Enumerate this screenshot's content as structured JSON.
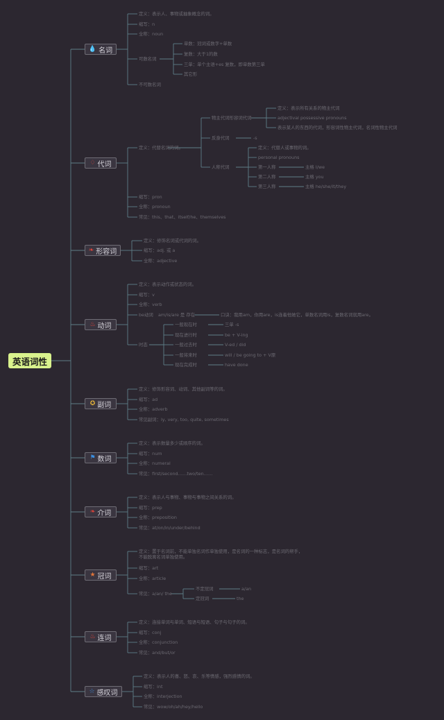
{
  "root": "英语词性",
  "colors": {
    "background": "#2c2730",
    "root": "#d9f28d",
    "line": "#5f7f88",
    "text": "#6c6a72"
  },
  "noun": {
    "title": "名词",
    "icon": "water-drop-icon",
    "definition": "定义：表示人、事物或抽象概念的词。",
    "abbr": "缩写：n",
    "fullname": "全称：noun",
    "countable": {
      "label": "可数名词",
      "rules": [
        "单数：冠词或数字+单数",
        "复数：大于1的数",
        "三单：单个主语+es 复数，即单数第三单",
        "其它形"
      ]
    },
    "uncountable": "不可数名词"
  },
  "pronoun": {
    "title": "代词",
    "icon": "gem-icon",
    "definition": "定义：代替名词的词。",
    "possessive": {
      "label": "物主代词形容词代词",
      "items": [
        "定义：表示所有关系的物主代词",
        "adjectival possessive pronouns",
        "表示某人的东西的代词，形容词性物主代词，名词性物主代词"
      ]
    },
    "reflexive": {
      "label": "反身代词",
      "value": "-s"
    },
    "personal": {
      "label": "人称代词",
      "items": [
        "定义：代替人或事物的词。",
        "personal pronouns",
        "第一人称",
        "第二人称",
        "第三人称"
      ],
      "values": [
        "主格 I/we",
        "主格 you",
        "主格 he/she/it/they"
      ]
    },
    "abbr": "缩写：pron",
    "fullname": "全称：pronoun",
    "examples": "常见：this、that、itself/he、themselves"
  },
  "adjective": {
    "title": "形容词",
    "icon": "tree-icon",
    "definition": "定义：修饰名词或代词的词。",
    "abbr": "缩写：adj. 或 a",
    "fullname": "全称：adjective"
  },
  "verb": {
    "title": "动词",
    "icon": "flame-icon",
    "definition": "定义：表示动作或状态的词。",
    "abbr": "缩写：v",
    "fullname": "全称：verb",
    "be_verb": "be动词",
    "be_verb_form": "am/is/are 是 存在",
    "be_verb_note": "口诀：我用am，你用are，is连着他她它，单数名词用is，复数名词就用are。",
    "tense": {
      "label": "时态",
      "items": [
        "一般现在时",
        "现在进行时",
        "一般过去时",
        "一般将来时",
        "现在完成时"
      ],
      "values": [
        "三单 -s",
        "be + V-ing",
        "V-ed / did",
        "will / be going to + V原",
        "have done"
      ]
    }
  },
  "adverb": {
    "title": "副词",
    "icon": "medal-icon",
    "definition": "定义：修饰形容词、动词、其他副词等的词。",
    "abbr": "缩写：ad",
    "fullname": "全称：adverb",
    "examples": "常见副词：ly, very, too, quite, sometimes"
  },
  "numeral": {
    "title": "数词",
    "icon": "flag-icon",
    "definition": "定义：表示数量多少或顺序的词。",
    "abbr": "缩写：num",
    "fullname": "全称：numeral",
    "examples": "常见：first/second……two/ten……"
  },
  "preposition": {
    "title": "介词",
    "icon": "tree-icon",
    "definition": "定义：表示人与事物、事物与事物之间关系的词。",
    "abbr": "缩写：prep",
    "fullname": "全称：preposition",
    "examples": "常见：at/on/in/under/behind"
  },
  "article": {
    "title": "冠词",
    "icon": "star-icon",
    "definition": "定义：置于名词前，不能单独名词作单独使用，是名词的一种标志，是名词的帮手，不能脱离名词单独使用。",
    "abbr": "缩写：art",
    "fullname": "全称：article",
    "examples_label": "常见：a/an/ the",
    "indefinite": {
      "label": "不定冠词",
      "value": "a/an"
    },
    "definite": {
      "label": "定冠词",
      "value": "the"
    }
  },
  "conjunction": {
    "title": "连词",
    "icon": "flame-icon",
    "definition": "定义：连接单词与单词、短语与短语、句子与句子的词。",
    "abbr": "缩写：conj",
    "fullname": "全称：conjunction",
    "examples": "常见：and/but/or"
  },
  "interjection": {
    "title": "感叹词",
    "icon": "star-outline-icon",
    "definition": "定义：表示人的喜、怒、哀、乐等情感，强烈感情的词。",
    "abbr": "缩写：int",
    "fullname": "全称：interjection",
    "examples": "常见：wow/oh/ah/hey/hello"
  }
}
